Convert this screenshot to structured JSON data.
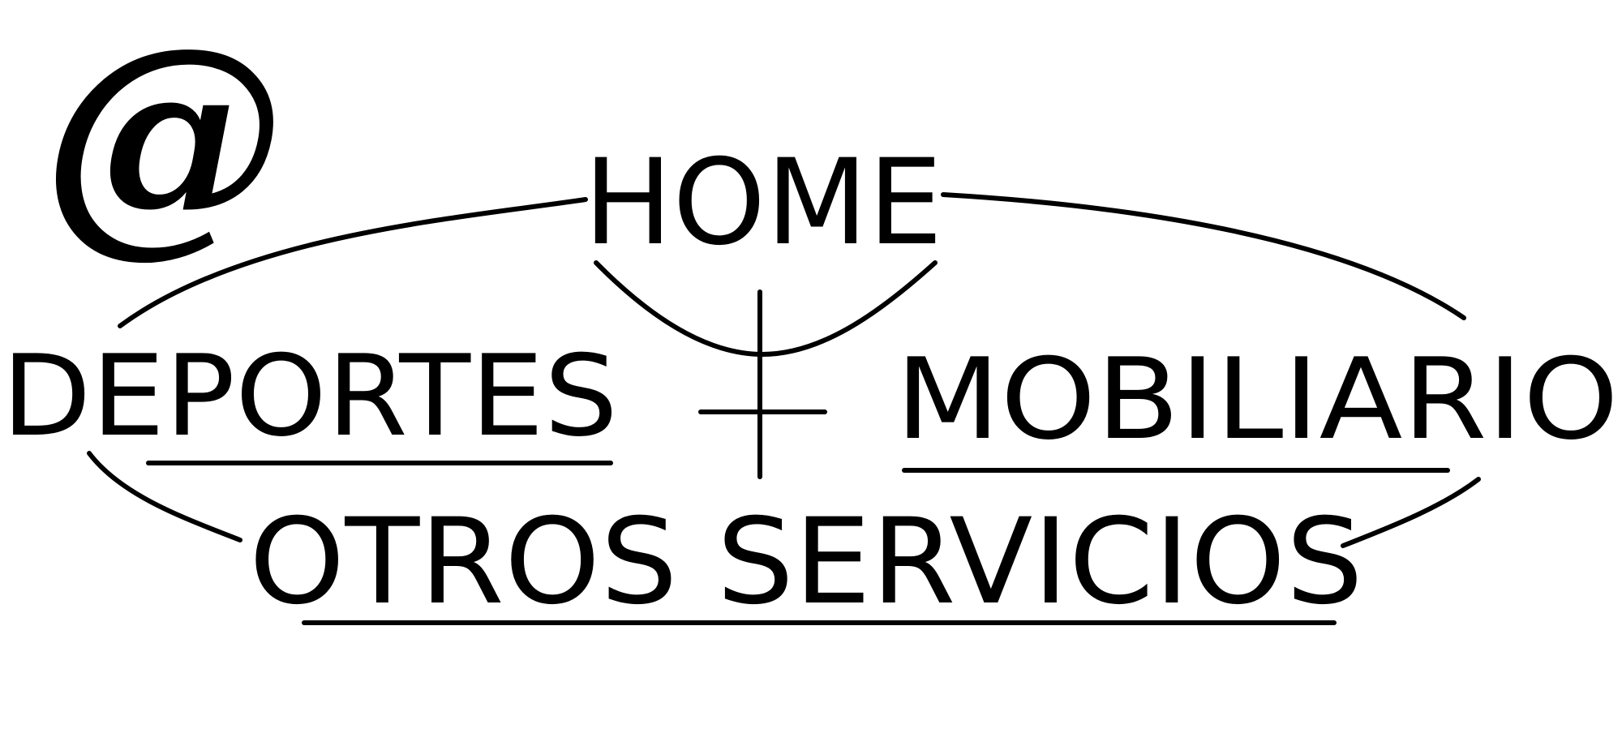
{
  "logo": {
    "symbol": "@"
  },
  "menu": {
    "home": "HOME",
    "deportes": "DEPORTES",
    "mobiliario": "MOBILIARIO",
    "otros_servicios": "OTROS SERVICIOS"
  },
  "style": {
    "ink_color": "#000000",
    "background_color": "#ffffff"
  }
}
